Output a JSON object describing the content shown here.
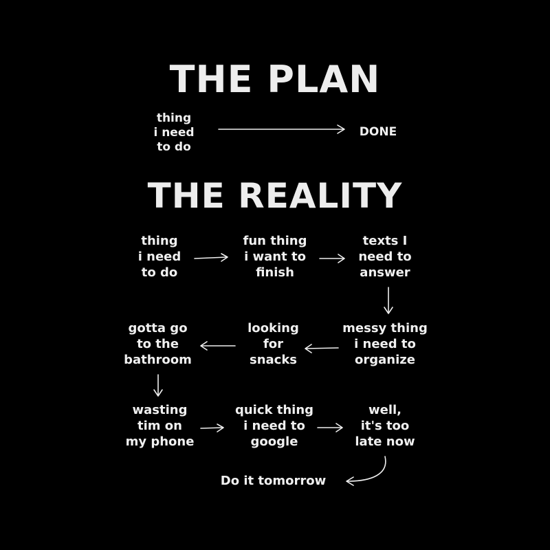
{
  "plan": {
    "title": "THE PLAN",
    "start": "thing\ni need\nto do",
    "end": "DONE"
  },
  "reality": {
    "title": "THE REALITY",
    "nodes": [
      "thing\ni need\nto do",
      "fun thing\ni want to\nfinish",
      "texts I\nneed to\nanswer",
      "messy thing\ni need to\norganize",
      "looking\nfor\nsnacks",
      "gotta go\nto the\nbathroom",
      "wasting\ntim on\nmy phone",
      "quick thing\ni need to\ngoogle",
      "well,\nit's too\nlate now",
      "Do it tomorrow"
    ]
  }
}
